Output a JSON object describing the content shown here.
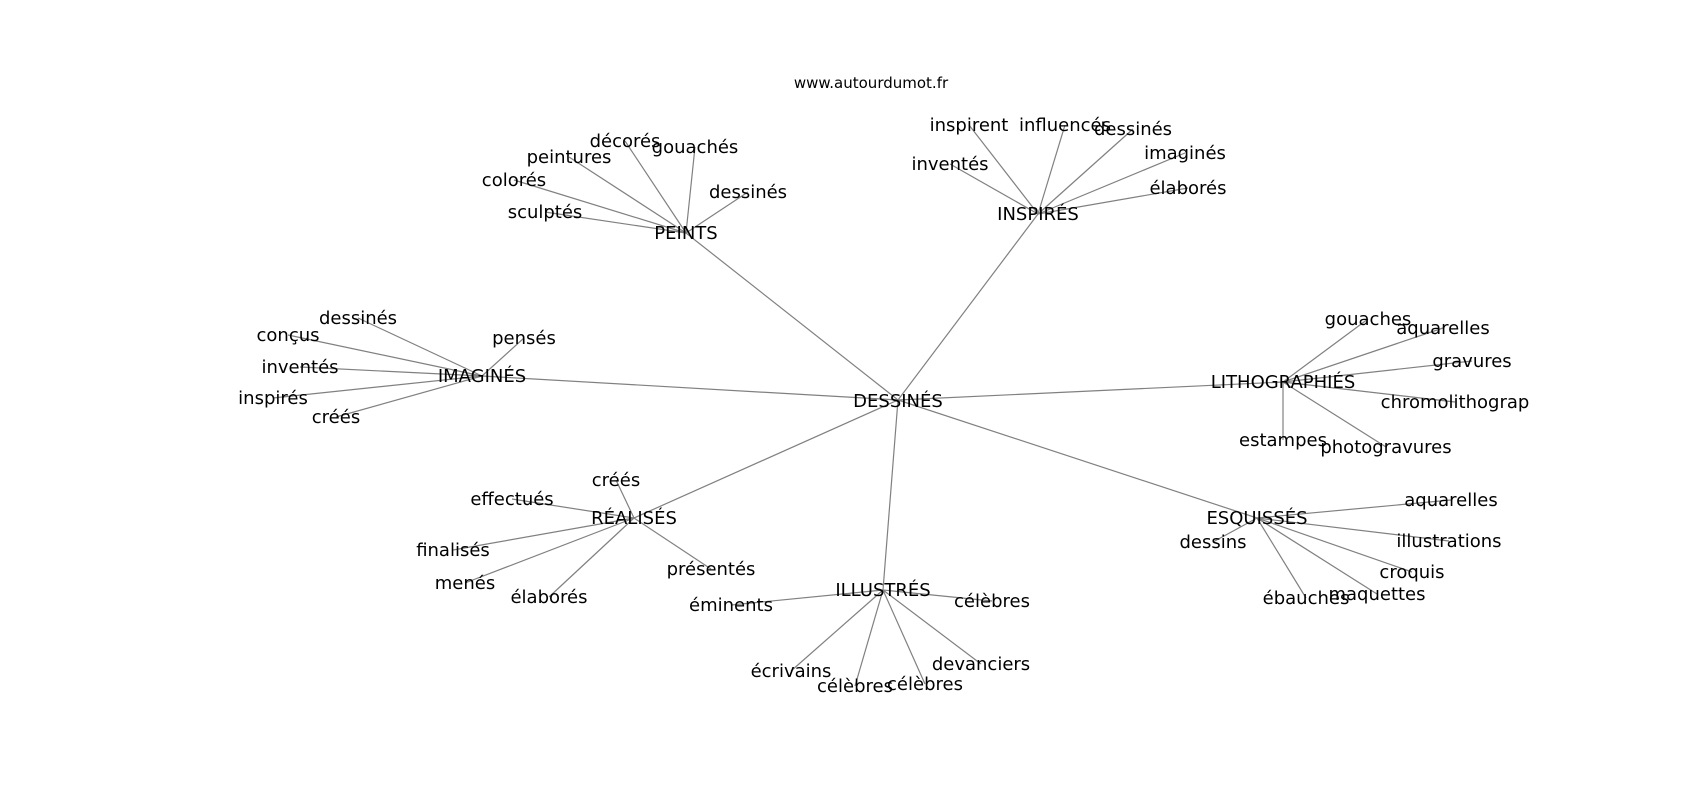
{
  "source": "www.autourdumot.fr",
  "center": "DESSINÉS",
  "clusters": [
    {
      "id": "peints",
      "label": "PEINTS",
      "leaves": [
        "décorés",
        "gouachés",
        "peintures",
        "colorés",
        "dessinés",
        "sculptés"
      ]
    },
    {
      "id": "inspires",
      "label": "INSPIRÉS",
      "leaves": [
        "inspirent",
        "influencés",
        "dessinés",
        "imaginés",
        "inventés",
        "élaborés"
      ]
    },
    {
      "id": "imagines",
      "label": "IMAGINÉS",
      "leaves": [
        "dessinés",
        "conçus",
        "pensés",
        "inventés",
        "inspirés",
        "créés"
      ]
    },
    {
      "id": "lithographies",
      "label": "LITHOGRAPHIÉS",
      "leaves": [
        "gouaches",
        "aquarelles",
        "gravures",
        "chromolithograp",
        "estampes",
        "photogravures"
      ]
    },
    {
      "id": "realises",
      "label": "RÉALISÉS",
      "leaves": [
        "créés",
        "effectués",
        "finalisés",
        "présentés",
        "menés",
        "élaborés"
      ]
    },
    {
      "id": "esquisses",
      "label": "ESQUISSÉS",
      "leaves": [
        "aquarelles",
        "dessins",
        "illustrations",
        "croquis",
        "ébauches",
        "maquettes"
      ]
    },
    {
      "id": "illustres",
      "label": "ILLUSTRÉS",
      "leaves": [
        "éminents",
        "célèbres",
        "devanciers",
        "écrivains",
        "célèbres",
        "célèbres"
      ]
    }
  ]
}
